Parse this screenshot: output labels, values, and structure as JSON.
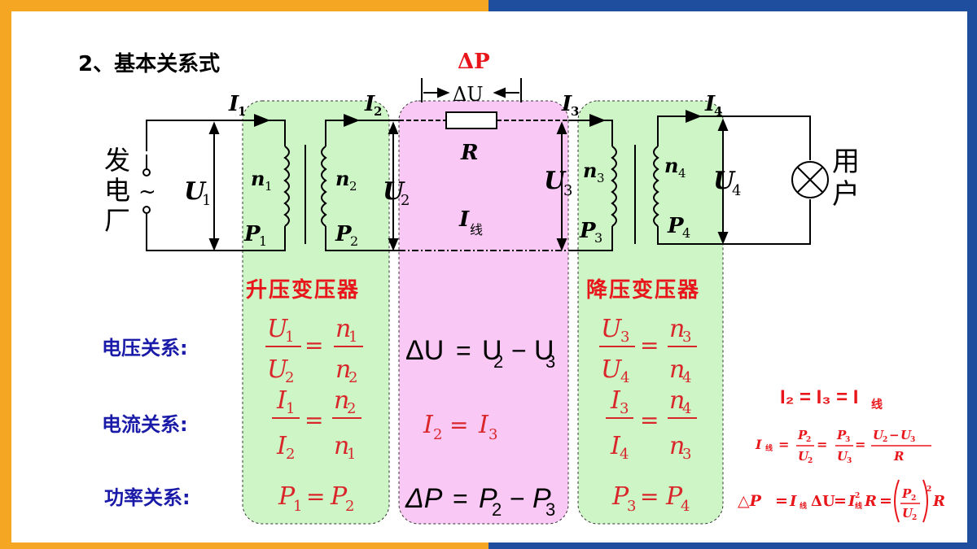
{
  "heading": "2、基本关系式",
  "labels": {
    "plant": [
      "发",
      "电",
      "厂"
    ],
    "plant_tilde": "~",
    "user": [
      "用",
      "户"
    ],
    "I1": "I",
    "I1_sub": "1",
    "I2": "I",
    "I2_sub": "2",
    "I3": "I",
    "I3_sub": "3",
    "I4": "I",
    "I4_sub": "4",
    "U1": "U",
    "U1_sub": "1",
    "U2": "U",
    "U2_sub": "2",
    "U3": "U",
    "U3_sub": "3",
    "U4": "U",
    "U4_sub": "4",
    "n1": "n",
    "n1_sub": "1",
    "n2": "n",
    "n2_sub": "2",
    "n3": "n",
    "n3_sub": "3",
    "n4": "n",
    "n4_sub": "4",
    "P1": "P",
    "P1_sub": "1",
    "P2": "P",
    "P2_sub": "2",
    "P3": "P",
    "P3_sub": "3",
    "P4": "P",
    "P4_sub": "4",
    "deltaP": "ΔP",
    "deltaU": "ΔU",
    "R": "R",
    "Iline": "I",
    "Iline_sub": "线"
  },
  "titles": {
    "step_up": "升压变压器",
    "step_down": "降压变压器"
  },
  "rows": {
    "voltage": "电压关系:",
    "current": "电流关系:",
    "power": "功率关系:"
  },
  "formulas": {
    "dU_lhs": "ΔU",
    "dU_eq": "=",
    "dU_a": "U",
    "dU_a_sub": "2",
    "dU_minus": "−",
    "dU_b": "U",
    "dU_b_sub": "3",
    "i2_eq_i3": "= ",
    "dP_lhs": "ΔP",
    "dP_a": "P",
    "dP_a_sub": "2",
    "dP_b": "P",
    "dP_b_sub": "3",
    "side_I_eq": "I₂ = I₃ = I",
    "side_I_eq_sub": "线",
    "side_I_line": "I",
    "side_I_line_sub": "线",
    "side_eq2_rhs": "R",
    "side_dP": "△P",
    "side_dP_mid": "ΔU",
    "side_dP_sq": "2",
    "side_R": "R"
  },
  "colors": {
    "frame_orange": "#f5a623",
    "frame_blue": "#1f4e9e",
    "green_region": "#cdf5c6",
    "pink_region": "#f9c8f5",
    "formula_red": "#d9262b",
    "label_blue": "#1a1aa8"
  }
}
